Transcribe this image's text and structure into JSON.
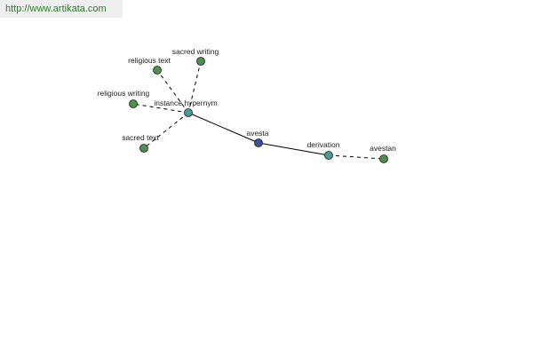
{
  "watermark": {
    "text": "http://www.artikata.com",
    "color": "#2e7d2e"
  },
  "colors": {
    "leaf_node": "#4f8f4f",
    "relation_node": "#4a9a9a",
    "root_node": "#3e4e9a",
    "edge": "#000000"
  },
  "graph": {
    "nodes": [
      {
        "id": "avesta",
        "label": "avesta",
        "kind": "root"
      },
      {
        "id": "instance_hypernym",
        "label": "instance hypernym",
        "kind": "relation"
      },
      {
        "id": "derivation",
        "label": "derivation",
        "kind": "relation"
      },
      {
        "id": "religious_text",
        "label": "religious text",
        "kind": "leaf"
      },
      {
        "id": "sacred_writing",
        "label": "sacred writing",
        "kind": "leaf"
      },
      {
        "id": "religious_writing",
        "label": "religious writing",
        "kind": "leaf"
      },
      {
        "id": "sacred_text",
        "label": "sacred text",
        "kind": "leaf"
      },
      {
        "id": "avestan",
        "label": "avestan",
        "kind": "leaf"
      }
    ],
    "edges": [
      {
        "from": "avesta",
        "to": "instance_hypernym",
        "style": "solid"
      },
      {
        "from": "avesta",
        "to": "derivation",
        "style": "solid"
      },
      {
        "from": "instance_hypernym",
        "to": "religious_text",
        "style": "dashed"
      },
      {
        "from": "instance_hypernym",
        "to": "sacred_writing",
        "style": "dashed"
      },
      {
        "from": "instance_hypernym",
        "to": "religious_writing",
        "style": "dashed"
      },
      {
        "from": "instance_hypernym",
        "to": "sacred_text",
        "style": "dashed"
      },
      {
        "from": "derivation",
        "to": "avestan",
        "style": "dashed"
      }
    ]
  }
}
